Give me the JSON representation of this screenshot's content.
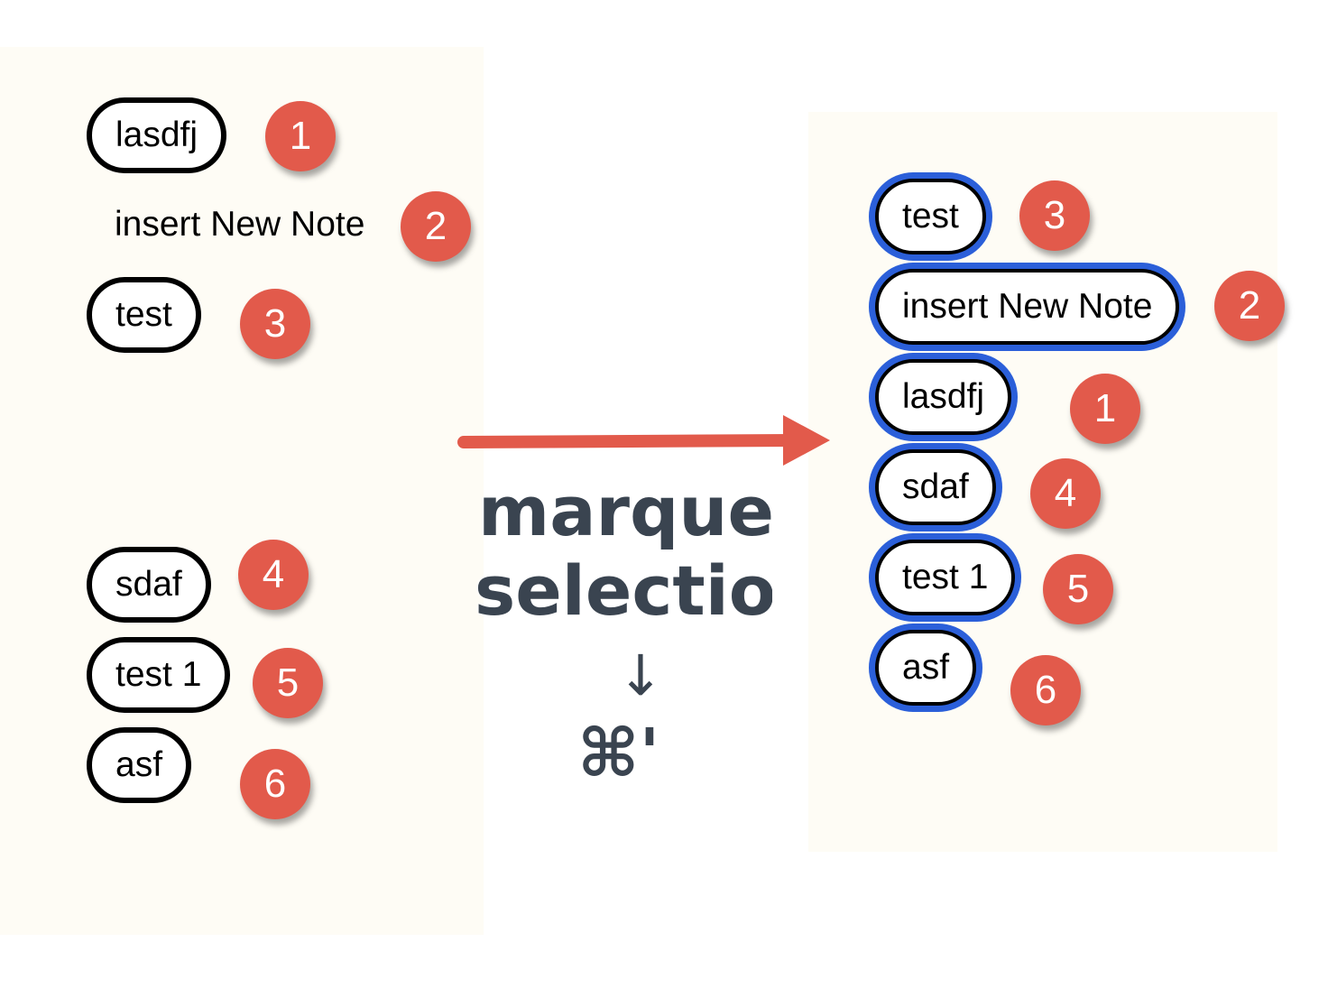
{
  "left_panel": {
    "nodes": [
      {
        "label": "lasdfj",
        "order": "1"
      },
      {
        "label": "insert New Note",
        "order": "2"
      },
      {
        "label": "test",
        "order": "3"
      },
      {
        "label": "sdaf",
        "order": "4"
      },
      {
        "label": "test 1",
        "order": "5"
      },
      {
        "label": "asf",
        "order": "6"
      }
    ]
  },
  "right_panel": {
    "nodes": [
      {
        "label": "test",
        "order": "3"
      },
      {
        "label": "insert New Note",
        "order": "2"
      },
      {
        "label": "lasdfj",
        "order": "1"
      },
      {
        "label": "sdaf",
        "order": "4"
      },
      {
        "label": "test 1",
        "order": "5"
      },
      {
        "label": "asf",
        "order": "6"
      }
    ]
  },
  "caption": {
    "line1": "marquee",
    "line2": "selection",
    "arrow": "↓",
    "shortcut": "⌘'"
  },
  "colors": {
    "badge": "#e25a4b",
    "selection_outline": "#2b5fd9",
    "arrow": "#e25a4b",
    "caption_text": "#3a4450",
    "panel_background": "#fefcf5"
  }
}
